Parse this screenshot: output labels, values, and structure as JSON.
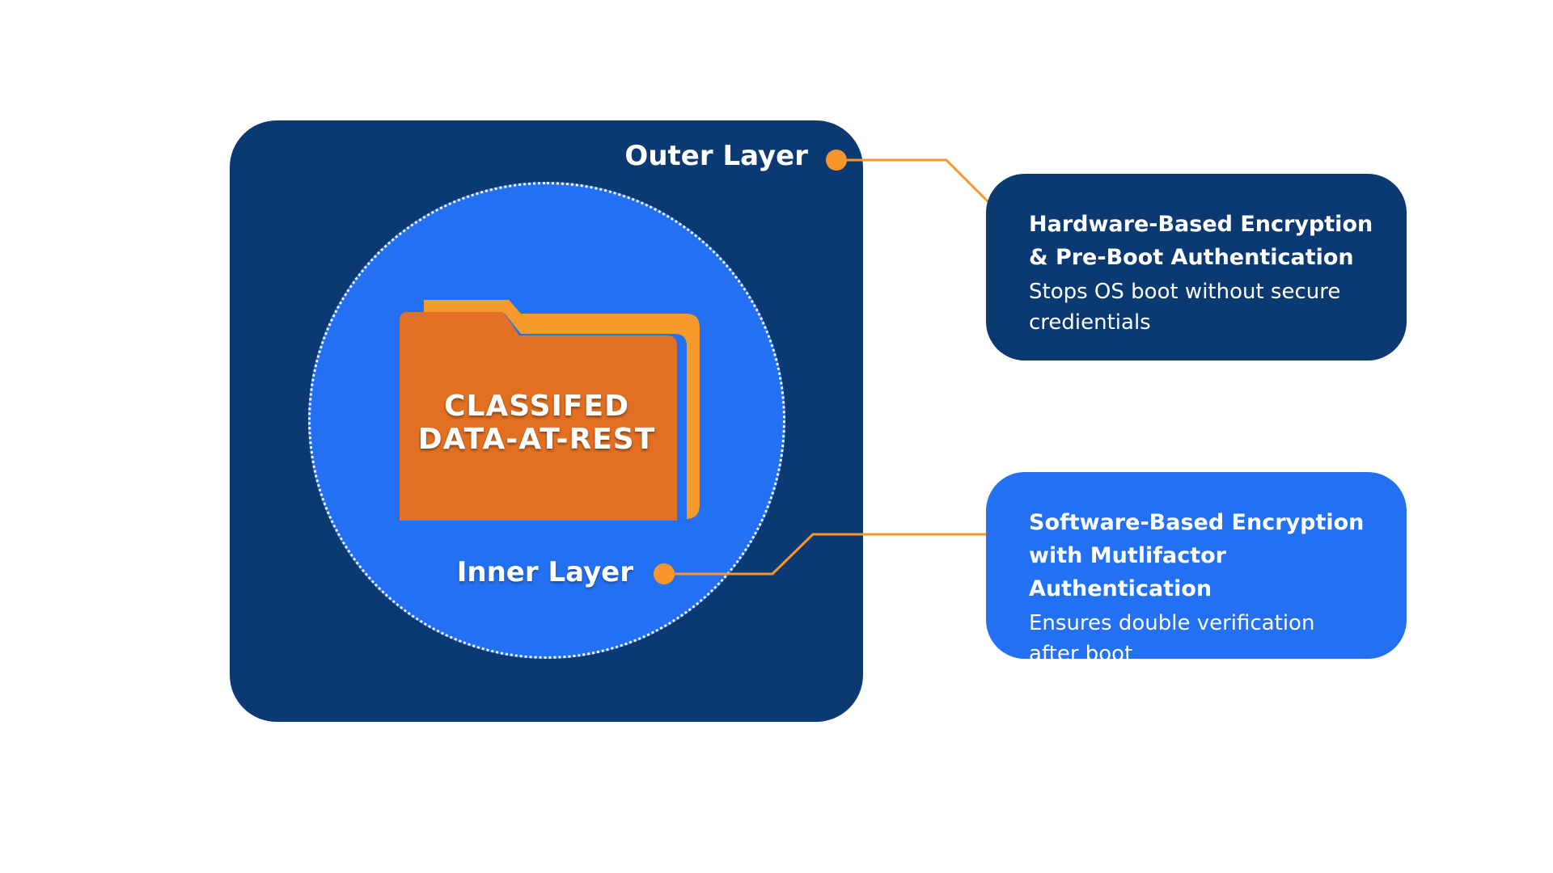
{
  "colors": {
    "outer_layer": "#0b3a73",
    "inner_layer": "#2470f2",
    "folder_front": "#e37022",
    "folder_back": "#f79a2e",
    "connector": "#f7962b",
    "text": "#ffffff",
    "background": "#ffffff"
  },
  "icons": {
    "folder": "folder-icon"
  },
  "diagram": {
    "folder_label": "CLASSIFED\nDATA-AT-REST",
    "outer_label": "Outer Layer",
    "inner_label": "Inner Layer"
  },
  "cards": {
    "hardware": {
      "title": "Hardware-Based Encryption\n& Pre-Boot Authentication",
      "description": "Stops OS boot without secure credientials"
    },
    "software": {
      "title": "Software-Based Encryption\nwith Mutlifactor Authentication",
      "description": "Ensures double verification after boot"
    }
  }
}
